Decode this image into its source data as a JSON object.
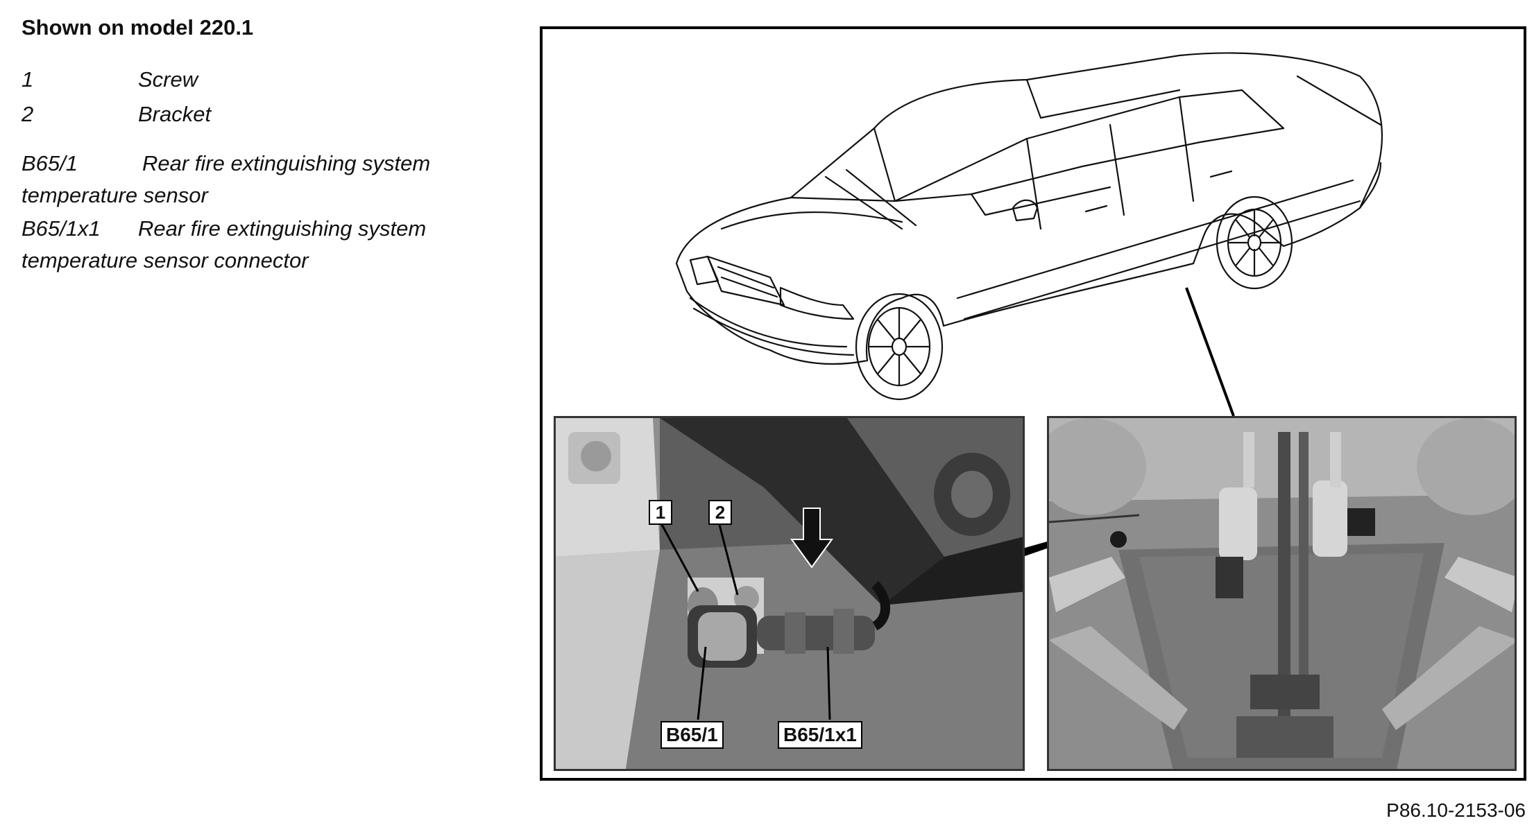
{
  "legend": {
    "title": "Shown on model 220.1",
    "items": [
      {
        "key": "1",
        "text": "Screw"
      },
      {
        "key": "2",
        "text": "Bracket"
      }
    ],
    "components": [
      {
        "key": "B65/1",
        "text": "Rear fire extinguishing system temperature sensor"
      },
      {
        "key": "B65/1x1",
        "text": "Rear fire extinguishing system temperature sensor connector"
      }
    ]
  },
  "figure": {
    "callouts": {
      "screw": "1",
      "bracket": "2",
      "sensor": "B65/1",
      "connector": "B65/1x1"
    },
    "reference_code": "P86.10-2153-06"
  }
}
